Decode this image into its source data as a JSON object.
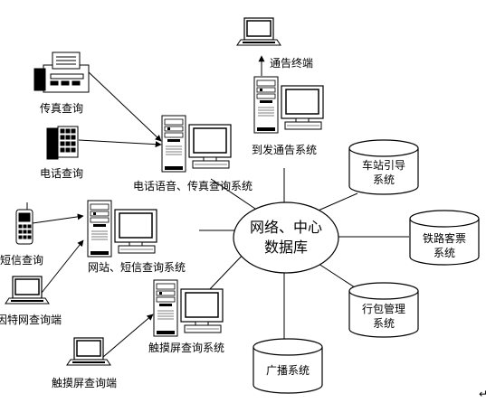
{
  "center": {
    "line1": "网络、中心",
    "line2": "数据库"
  },
  "nodes": {
    "fax_query": "传真查询",
    "phone_query": "电话查询",
    "sms_query": "短信查询",
    "internet_terminal": "因特网查询端",
    "touch_terminal": "触摸屏查询端",
    "notice_terminal": "通告终端",
    "arrival_system": "到发通告系统",
    "voice_fax_system": "电话语音、传真查询系统",
    "web_sms_system": "网站、短信查询系统",
    "touch_system": "触摸屏查询系统"
  },
  "databases": {
    "station_guide": {
      "line1": "车站引导",
      "line2": "系统"
    },
    "railway_ticket": {
      "line1": "铁路客票",
      "line2": "系统"
    },
    "baggage": {
      "line1": "行包管理",
      "line2": "系统"
    },
    "broadcast": {
      "line1": "广播系统",
      "line2": ""
    }
  },
  "corner_mark": "↵"
}
